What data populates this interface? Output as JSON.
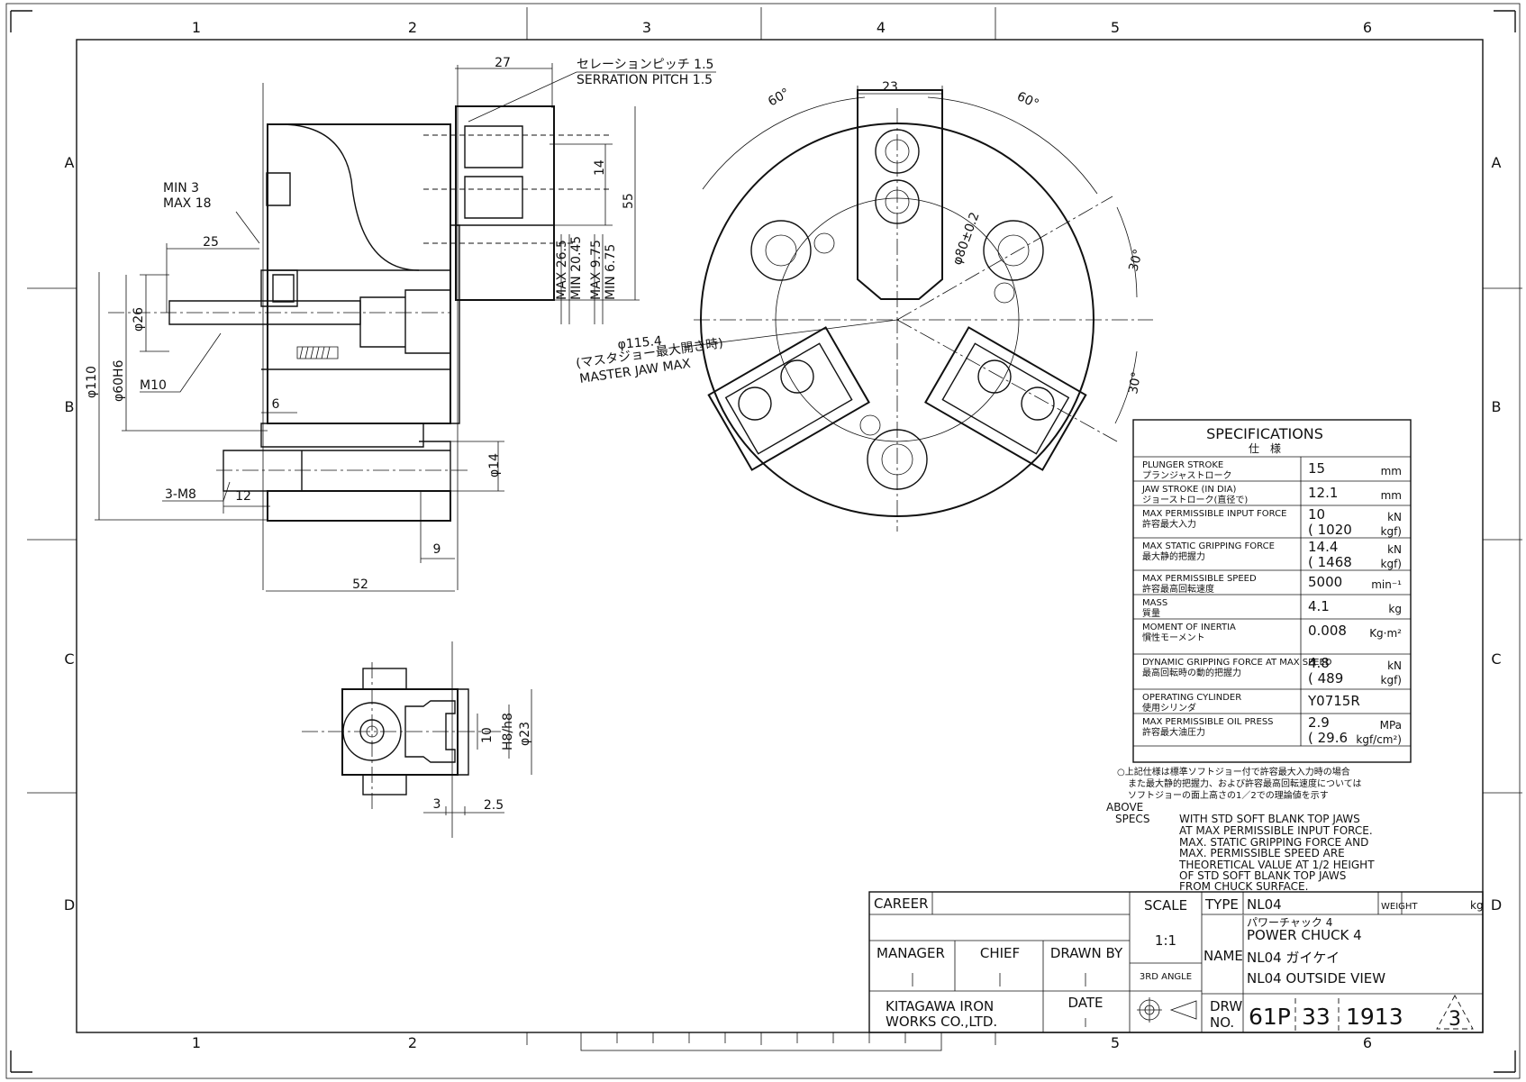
{
  "frame": {
    "col_labels": [
      "1",
      "2",
      "3",
      "4",
      "5",
      "6"
    ],
    "row_labels": [
      "A",
      "B",
      "C",
      "D"
    ]
  },
  "dims": {
    "d27": "27",
    "serration_jp": "セレーションピッチ 1.5",
    "serration_en": "SERRATION PITCH 1.5",
    "min3": "MIN  3",
    "max18": "MAX  18",
    "d25": "25",
    "d14a": "14",
    "d55": "55",
    "d26": "φ26",
    "m10": "M10",
    "d110": "φ110",
    "d60": "φ60H6",
    "d6": "6",
    "max265": "MAX 26.5",
    "min2045": "MIN 20.45",
    "max975": "MAX 9.75",
    "min675": "MIN 6.75",
    "phi14": "φ14",
    "m8": "3-M8",
    "d12": "12",
    "d9": "9",
    "d52": "52",
    "d23": "23",
    "ang60a": "60°",
    "ang60b": "60°",
    "ang30a": "30°",
    "ang30b": "30°",
    "phi80": "φ80±0.2",
    "phi1154": "φ115.4",
    "mj_jp": "(マスタジョー最大開き時)",
    "mj_en": "MASTER JAW MAX",
    "d10": "10",
    "h8": "H8/h8",
    "phi23": "φ23",
    "d3": "3",
    "d25b": "2.5"
  },
  "specs": {
    "title": "SPECIFICATIONS",
    "title_jp": "仕　様",
    "rows": [
      {
        "en": "PLUNGER STROKE",
        "jp": "プランジャストローク",
        "v1": "15",
        "u1": "mm",
        "v2": "",
        "u2": ""
      },
      {
        "en": "JAW STROKE (IN DIA)",
        "jp": "ジョーストローク(直径で)",
        "v1": "12.1",
        "u1": "mm",
        "v2": "",
        "u2": ""
      },
      {
        "en": "MAX PERMISSIBLE INPUT FORCE",
        "jp": "許容最大入力",
        "v1": "10",
        "u1": "kN",
        "v2": "( 1020",
        "u2": "kgf)"
      },
      {
        "en": "MAX STATIC GRIPPING FORCE",
        "jp": "最大静的把握力",
        "v1": "14.4",
        "u1": "kN",
        "v2": "( 1468",
        "u2": "kgf)"
      },
      {
        "en": "MAX PERMISSIBLE SPEED",
        "jp": "許容最高回転速度",
        "v1": "5000",
        "u1": "min⁻¹",
        "v2": "",
        "u2": ""
      },
      {
        "en": "MASS",
        "jp": "質量",
        "v1": "4.1",
        "u1": "kg",
        "v2": "",
        "u2": ""
      },
      {
        "en": "MOMENT OF INERTIA",
        "jp": "慣性モーメント",
        "v1": "0.008",
        "u1": "Kg·m²",
        "v2": "",
        "u2": ""
      },
      {
        "en": "DYNAMIC GRIPPING FORCE   AT MAX SPEED",
        "jp": "最高回転時の動的把握力",
        "v1": "4.8",
        "u1": "kN",
        "v2": "( 489",
        "u2": "kgf)"
      },
      {
        "en": "OPERATING CYLINDER",
        "jp": "使用シリンダ",
        "v1": "Y0715R",
        "u1": "",
        "v2": "",
        "u2": ""
      },
      {
        "en": "MAX PERMISSIBLE OIL PRESS",
        "jp": "許容最大油圧力",
        "v1": "2.9",
        "u1": "MPa",
        "v2": "( 29.6",
        "u2": "kgf/cm²)"
      }
    ]
  },
  "notes": {
    "jp": [
      "○上記仕様は標準ソフトジョー付で許容最大入力時の場合",
      "また最大静的把握力、および許容最高回転速度については",
      "ソフトジョーの面上高さの1／2での理論値を示す"
    ],
    "label1": "ABOVE",
    "label2": "SPECS",
    "en": [
      "WITH STD SOFT BLANK TOP JAWS",
      "AT MAX PERMISSIBLE INPUT FORCE.",
      "MAX. STATIC GRIPPING FORCE AND",
      "MAX. PERMISSIBLE SPEED ARE",
      "THEORETICAL VALUE AT 1/2 HEIGHT",
      "OF STD SOFT BLANK TOP JAWS",
      "FROM CHUCK SURFACE."
    ]
  },
  "title_block": {
    "career": "CAREER",
    "manager": "MANAGER",
    "chief": "CHIEF",
    "drawn_by": "DRAWN BY",
    "date": "DATE",
    "company1": "KITAGAWA IRON",
    "company2": "WORKS CO.,LTD.",
    "scale_label": "SCALE",
    "scale": "1:1",
    "angle": "3RD ANGLE",
    "type_label": "TYPE",
    "type": "NL04",
    "weight_label": "WEIGHT",
    "weight_unit": "kg",
    "name_label": "NAME",
    "name_jp1": "パワーチャック 4",
    "name_en1": "POWER CHUCK 4",
    "name_jp2": "NL04 ガイケイ",
    "name_en2": "NL04 OUTSIDE VIEW",
    "drw_label1": "DRW",
    "drw_label2": "NO.",
    "drw_p1": "61P",
    "drw_p2": "33",
    "drw_p3": "1913",
    "rev": "3"
  }
}
